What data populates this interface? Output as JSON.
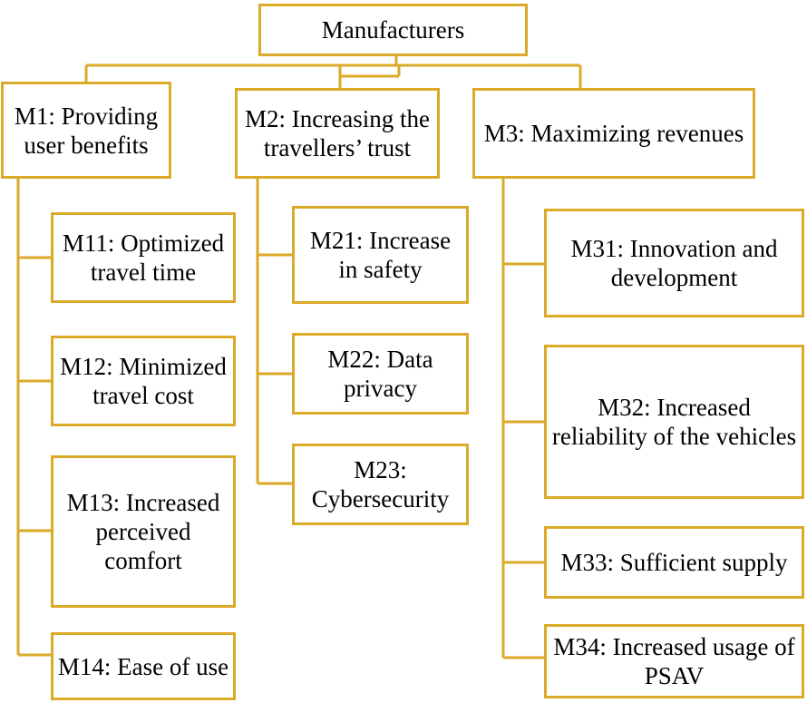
{
  "colors": {
    "border": "#DAAA28",
    "connector": "#DAAA28",
    "text": "#000000",
    "background": "#ffffff"
  },
  "root": {
    "label": "Manufacturers"
  },
  "groups": [
    {
      "label": "M1: Providing user benefits",
      "children": [
        {
          "label": "M11: Optimized travel time"
        },
        {
          "label": "M12: Minimized travel cost"
        },
        {
          "label": "M13: Increased perceived comfort"
        },
        {
          "label": "M14: Ease of use"
        }
      ]
    },
    {
      "label": "M2: Increasing the travellers’ trust",
      "children": [
        {
          "label": "M21: Increase in safety"
        },
        {
          "label": "M22: Data privacy"
        },
        {
          "label": "M23: Cybersecurity"
        }
      ]
    },
    {
      "label": "M3: Maximizing revenues",
      "children": [
        {
          "label": "M31: Innovation and development"
        },
        {
          "label": "M32: Increased reliability of the vehicles"
        },
        {
          "label": "M33: Sufficient supply"
        },
        {
          "label": "M34: Increased usage of PSAV"
        }
      ]
    }
  ]
}
